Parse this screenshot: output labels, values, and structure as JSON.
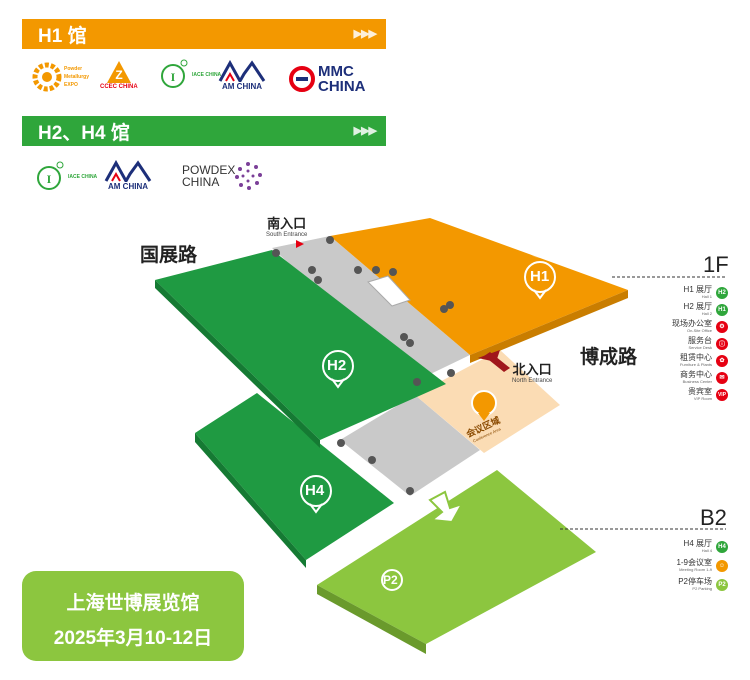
{
  "banners": {
    "h1": {
      "label": "H1 馆",
      "color": "#f39800"
    },
    "h2h4": {
      "label": "H2、H4 馆",
      "color": "#2fa63b"
    },
    "arrows": "▶▶▶"
  },
  "logos_row1": [
    "Powder Metallurgy EXPO",
    "CCEC CHINA",
    "IACE CHINA",
    "AM CHINA",
    "MMC CHINA"
  ],
  "logos_row2": [
    "IACE CHINA",
    "AM CHINA",
    "POWDEX CHINA"
  ],
  "roads": {
    "west": "国展路",
    "east": "博成路"
  },
  "entrances": {
    "south": {
      "zh": "南入口",
      "en": "South Entrance"
    },
    "north": {
      "zh": "北入口",
      "en": "North Entrance"
    }
  },
  "halls": {
    "h1": "H1",
    "h2": "H2",
    "h4": "H4",
    "p2": "P2",
    "conference": {
      "zh": "会议区域",
      "en": "Conference Area"
    }
  },
  "floors": {
    "f1": "1F",
    "b2": "B2"
  },
  "legend_1f": [
    {
      "zh": "H1 展厅",
      "en": "Hall 1",
      "badge": "H2",
      "color": "#2fa63b"
    },
    {
      "zh": "H2 展厅",
      "en": "Hall 2",
      "badge": "H1",
      "color": "#2fa63b"
    },
    {
      "zh": "现场办公室",
      "en": "On-Site Office",
      "badge": "⚙",
      "color": "#e60012"
    },
    {
      "zh": "服务台",
      "en": "Service Desk",
      "badge": "ⓘ",
      "color": "#e60012"
    },
    {
      "zh": "租赁中心",
      "en": "Furniture & Plants",
      "badge": "✿",
      "color": "#e60012"
    },
    {
      "zh": "商务中心",
      "en": "Business Center",
      "badge": "✉",
      "color": "#e60012"
    },
    {
      "zh": "贵宾室",
      "en": "VIP Room",
      "badge": "VIP",
      "color": "#e60012"
    }
  ],
  "legend_b2": [
    {
      "zh": "H4 展厅",
      "en": "Hall 4",
      "badge": "H4",
      "color": "#2fa63b"
    },
    {
      "zh": "1-9会议室",
      "en": "Meeting Room 1-9",
      "badge": "☺",
      "color": "#f39800"
    },
    {
      "zh": "P2停车场",
      "en": "P2 Parking",
      "badge": "P2",
      "color": "#8cc63f"
    }
  ],
  "info": {
    "venue": "上海世博展览馆",
    "dates": "2025年3月10-12日"
  },
  "colors": {
    "orange": "#f39800",
    "green": "#2fa63b",
    "lightgreen": "#8cc63f",
    "grey": "#c9c9c9",
    "beige": "#fbdcb4",
    "red": "#a0161b"
  }
}
